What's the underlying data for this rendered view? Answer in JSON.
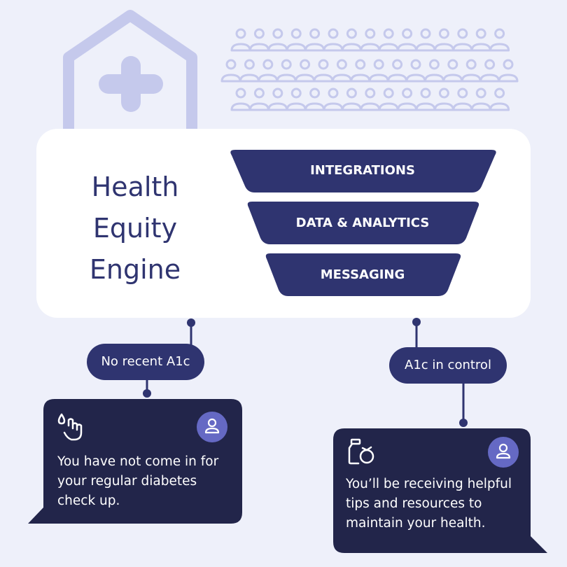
{
  "title_lines": [
    "Health",
    "Equity",
    "Engine"
  ],
  "funnel": [
    "INTEGRATIONS",
    "DATA & ANALYTICS",
    "MESSAGING"
  ],
  "branches": [
    {
      "pill": "No recent A1c",
      "icon": "blood-drop-finger-prick-icon",
      "avatar_icon": "user-icon",
      "message_lines": [
        "You have not come in for",
        "your regular diabetes",
        "check up."
      ]
    },
    {
      "pill": "A1c in control",
      "icon": "medication-bottle-icon",
      "avatar_icon": "user-icon",
      "message_lines": [
        "You’ll be receiving helpful",
        "tips and resources to",
        "maintain your health."
      ]
    }
  ],
  "colors": {
    "background": "#eef0fa",
    "card": "#ffffff",
    "navy": "#2f3470",
    "dark_bubble": "#22254a",
    "decor": "#c5c9ec",
    "avatar": "#6569c4"
  }
}
